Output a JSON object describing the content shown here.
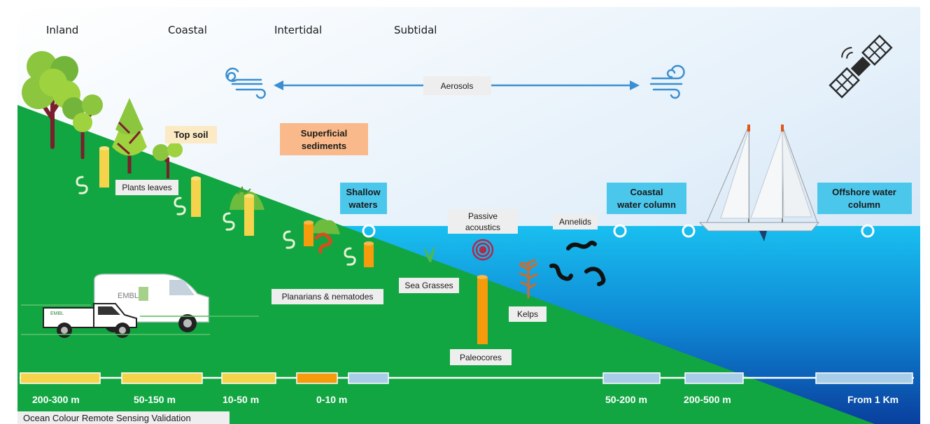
{
  "zones": [
    "Inland",
    "Coastal",
    "Intertidal",
    "Subtidal"
  ],
  "aerosols": "Aerosols",
  "labels": {
    "top_soil": "Top soil",
    "superficial_sediments": [
      "Superficial",
      "sediments"
    ],
    "plants_leaves": "Plants leaves",
    "shallow_waters": [
      "Shallow",
      "waters"
    ],
    "passive_acoustics": [
      "Passive",
      "acoustics"
    ],
    "annelids": "Annelids",
    "coastal_water_column": [
      "Coastal",
      "water column"
    ],
    "offshore_water_column": [
      "Offshore water",
      "column"
    ],
    "sea_grasses": "Sea Grasses",
    "planarians_nematodes": "Planarians & nematodes",
    "kelps": "Kelps",
    "paleocores": "Paleocores"
  },
  "van_text": "EMBL",
  "distances": [
    "200-300 m",
    "50-150 m",
    "10-50 m",
    "0-10 m",
    "50-200 m",
    "200-500 m",
    "From 1 Km"
  ],
  "footer": "Ocean Colour Remote Sensing Validation",
  "colors": {
    "grass": "#12a642",
    "sea_top": "#17b5e6",
    "sea_bottom": "#0a47a3",
    "core_yellow": "#f5d34a",
    "core_orange": "#f59b0c",
    "bar_blue": "#a8cde8",
    "label_blue": "#4cc7ec",
    "label_orange": "#f9b98a",
    "label_cream": "#fbeac4",
    "arrow": "#3b8fd0"
  },
  "icons": [
    "wind-icon",
    "satellite-icon",
    "tree-icon",
    "worm-icon",
    "sailboat-icon",
    "van-icon",
    "truck-icon",
    "sonar-icon",
    "kelp-icon",
    "seagrass-icon",
    "annelid-icon",
    "sampling-station-icon"
  ]
}
